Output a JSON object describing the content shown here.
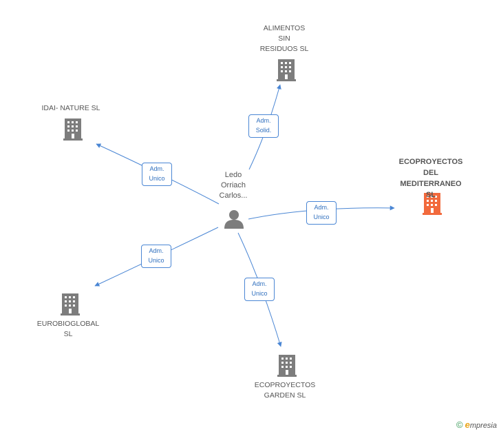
{
  "colors": {
    "edge": "#4a86d4",
    "building": "#7d7d7d",
    "building_main": "#f26a3d",
    "person": "#7d7d7d"
  },
  "center": {
    "name_lines": "Ledo\nOrriach\nCarlos...",
    "icon": "person-icon"
  },
  "companies": [
    {
      "id": "alimentos",
      "name": "ALIMENTOS\nSIN\nRESIDUOS  SL",
      "icon": "building-icon",
      "main": false
    },
    {
      "id": "idai",
      "name": "IDAI- NATURE SL",
      "icon": "building-icon",
      "main": false
    },
    {
      "id": "ecomed",
      "name": "ECOPROYECTOS\nDEL\nMEDITERRANEO SL",
      "icon": "building-icon",
      "main": true
    },
    {
      "id": "eurobio",
      "name": "EUROBIOGLOBAL\nSL",
      "icon": "building-icon",
      "main": false
    },
    {
      "id": "garden",
      "name": "ECOPROYECTOS\nGARDEN SL",
      "icon": "building-icon",
      "main": false
    }
  ],
  "relations": [
    {
      "to": "alimentos",
      "line1": "Adm.",
      "line2": "Solid."
    },
    {
      "to": "idai",
      "line1": "Adm.",
      "line2": "Unico"
    },
    {
      "to": "ecomed",
      "line1": "Adm.",
      "line2": "Unico"
    },
    {
      "to": "eurobio",
      "line1": "Adm.",
      "line2": "Unico"
    },
    {
      "to": "garden",
      "line1": "Adm.",
      "line2": "Unico"
    }
  ],
  "footer": {
    "copyright_symbol": "©",
    "brand_initial": "e",
    "brand_rest": "mpresia"
  }
}
